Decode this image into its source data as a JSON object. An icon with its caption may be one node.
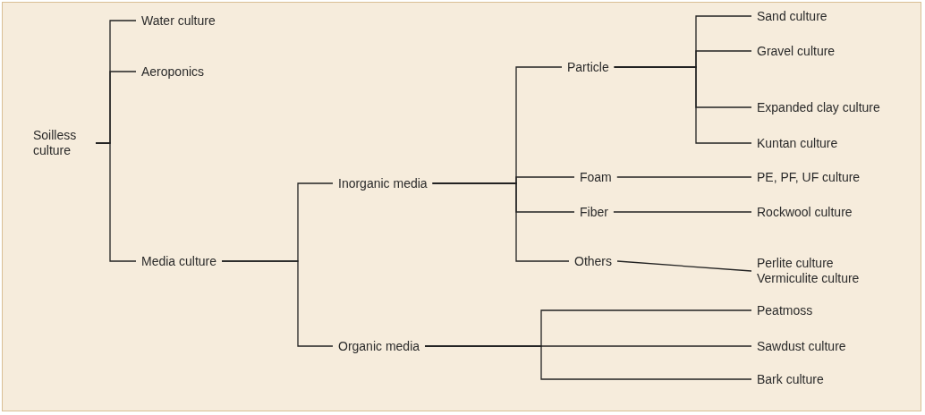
{
  "diagram": {
    "nodes": [
      {
        "text": [
          "Soilless culture"
        ]
      },
      {
        "text": [
          "Water culture"
        ]
      },
      {
        "text": [
          "Aeroponics"
        ]
      },
      {
        "text": [
          "Media culture"
        ]
      },
      {
        "text": [
          "Inorganic media"
        ]
      },
      {
        "text": [
          "Organic media"
        ]
      },
      {
        "text": [
          "Particle"
        ]
      },
      {
        "text": [
          "Foam"
        ]
      },
      {
        "text": [
          "Fiber"
        ]
      },
      {
        "text": [
          "Others"
        ]
      },
      {
        "text": [
          "Sand culture"
        ]
      },
      {
        "text": [
          "Gravel culture"
        ]
      },
      {
        "text": [
          "Expanded clay culture"
        ]
      },
      {
        "text": [
          "Kuntan culture"
        ]
      },
      {
        "text": [
          "PE, PF, UF culture"
        ]
      },
      {
        "text": [
          "Rockwool culture"
        ]
      },
      {
        "text": [
          "Perlite culture Vermiculite culture"
        ]
      },
      {
        "text": [
          "Peatmoss"
        ]
      },
      {
        "text": [
          "Sawdust culture"
        ]
      },
      {
        "text": [
          "Bark culture"
        ]
      }
    ],
    "edges": [
      {
        "from": 0,
        "to": 1,
        "arrow": "none"
      },
      {
        "from": 0,
        "to": 2,
        "arrow": "none"
      },
      {
        "from": 0,
        "to": 3,
        "arrow": "none"
      },
      {
        "from": 3,
        "to": 4,
        "arrow": "none"
      },
      {
        "from": 3,
        "to": 5,
        "arrow": "none"
      },
      {
        "from": 4,
        "to": 6,
        "arrow": "none"
      },
      {
        "from": 4,
        "to": 7,
        "arrow": "none"
      },
      {
        "from": 4,
        "to": 8,
        "arrow": "none"
      },
      {
        "from": 4,
        "to": 9,
        "arrow": "none"
      },
      {
        "from": 6,
        "to": 10,
        "arrow": "none"
      },
      {
        "from": 6,
        "to": 11,
        "arrow": "none"
      },
      {
        "from": 6,
        "to": 12,
        "arrow": "none"
      },
      {
        "from": 6,
        "to": 13,
        "arrow": "none"
      },
      {
        "from": 7,
        "to": 14,
        "arrow": "none"
      },
      {
        "from": 8,
        "to": 15,
        "arrow": "none"
      },
      {
        "from": 9,
        "to": 16,
        "arrow": "none"
      },
      {
        "from": 5,
        "to": 17,
        "arrow": "none"
      },
      {
        "from": 5,
        "to": 18,
        "arrow": "none"
      },
      {
        "from": 5,
        "to": 19,
        "arrow": "none"
      }
    ]
  }
}
